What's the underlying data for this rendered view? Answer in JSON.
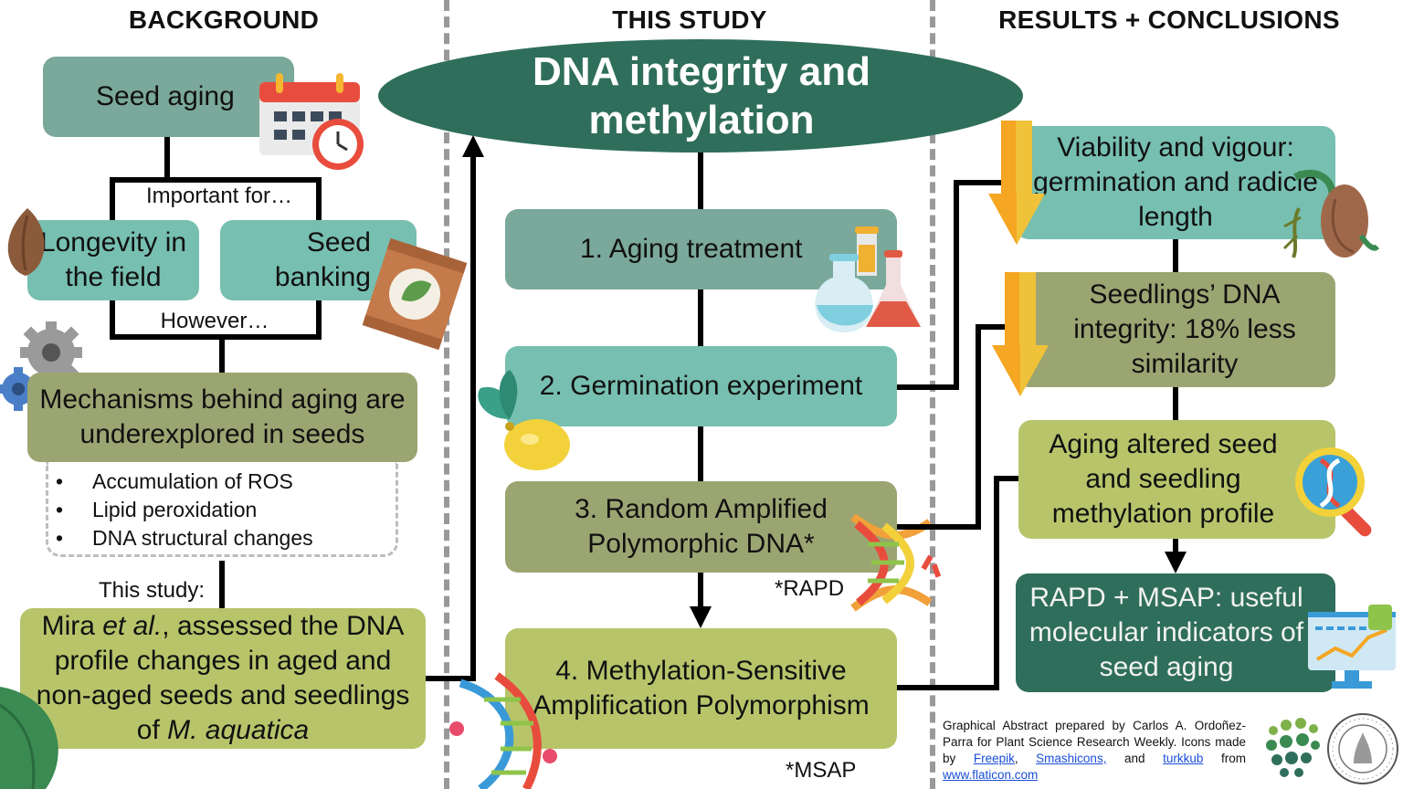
{
  "headers": {
    "background": "BACKGROUND",
    "this_study": "THIS STUDY",
    "results": "RESULTS + CONCLUSIONS"
  },
  "background": {
    "seed_aging": "Seed aging",
    "important_for": "Important for…",
    "longevity": "Longevity in the field",
    "seed_banking": "Seed banking",
    "however": "However…",
    "mechanisms": "Mechanisms behind aging are underexplored in seeds",
    "bullets": [
      "Accumulation of ROS",
      "Lipid peroxidation",
      "DNA structural changes"
    ],
    "this_study_label": "This study:",
    "study_pre": "Mira ",
    "study_italic": "et al.",
    "study_mid": ", assessed the DNA profile changes in aged and non-aged seeds and seedlings of ",
    "study_species": "M. aquatica"
  },
  "study": {
    "title": "DNA integrity and methylation",
    "steps": [
      "1. Aging treatment",
      "2. Germination experiment",
      "3. Random Amplified Polymorphic DNA*",
      "4. Methylation-Sensitive Amplification Polymorphism"
    ],
    "note_rapd": "*RAPD",
    "note_msap": "*MSAP"
  },
  "results": {
    "viability": "Viability and vigour: germination and radicle length",
    "dna_integrity": "Seedlings’ DNA integrity: 18% less similarity",
    "methylation": "Aging altered seed and seedling methylation profile",
    "conclusion": "RAPD + MSAP: useful molecular indicators of seed aging"
  },
  "credits": {
    "line1": "Graphical Abstract prepared by Carlos A. Ordoñez-Parra for Plant Science Research Weekly. Icons made by",
    "freepik": "Freepik",
    "smashicons": "Smashicons,",
    "and": "and",
    "turkkub": "turkkub",
    "from": "from",
    "flaticon": "www.flaticon.com"
  },
  "colors": {
    "gray_teal": "#7aa89a",
    "teal": "#77bfb0",
    "olive": "#9ba572",
    "lime": "#b8c46a",
    "dark_green": "#2f6e5b",
    "arrow_orange": "#f5a623"
  },
  "icons": [
    "calendar-clock-icon",
    "almond-icon",
    "seed-packet-icon",
    "gears-icon",
    "flasks-icon",
    "lemon-icon",
    "dna-helix-icon",
    "seedling-bean-icon",
    "down-arrow-icon",
    "magnifier-dna-icon",
    "monitor-chart-icon",
    "leaf-icon",
    "dots-logo-icon",
    "aspb-seal-icon"
  ]
}
